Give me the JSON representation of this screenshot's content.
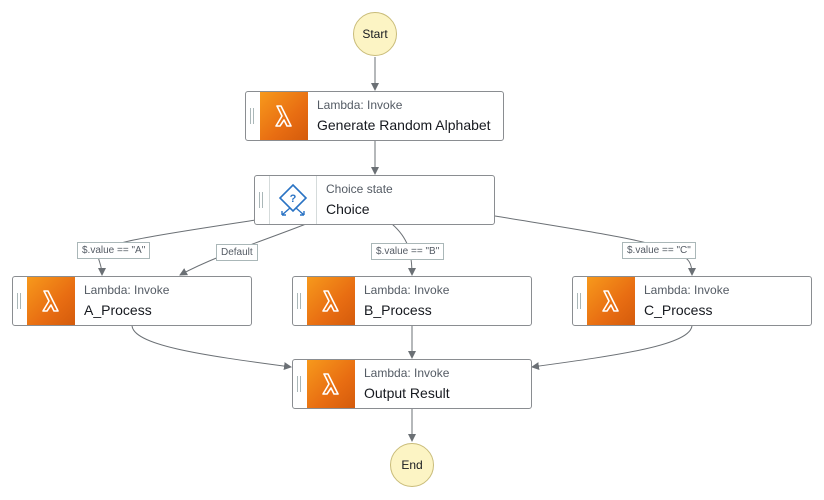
{
  "start": {
    "label": "Start"
  },
  "end": {
    "label": "End"
  },
  "states": {
    "generate": {
      "type": "Lambda: Invoke",
      "name": "Generate Random Alphabet"
    },
    "choice": {
      "type": "Choice state",
      "name": "Choice"
    },
    "a": {
      "type": "Lambda: Invoke",
      "name": "A_Process"
    },
    "b": {
      "type": "Lambda: Invoke",
      "name": "B_Process"
    },
    "c": {
      "type": "Lambda: Invoke",
      "name": "C_Process"
    },
    "output": {
      "type": "Lambda: Invoke",
      "name": "Output Result"
    }
  },
  "edge_labels": {
    "a": "$.value == \"A\"",
    "default": "Default",
    "b": "$.value == \"B\"",
    "c": "$.value == \"C\""
  },
  "colors": {
    "lambda_orange": "#ed7100",
    "terminal_fill": "#fcf4c4",
    "edge": "#6b7075",
    "choice_icon": "#2a73c4"
  },
  "icons": {
    "lambda": "lambda-icon",
    "choice": "choice-diamond-icon"
  }
}
